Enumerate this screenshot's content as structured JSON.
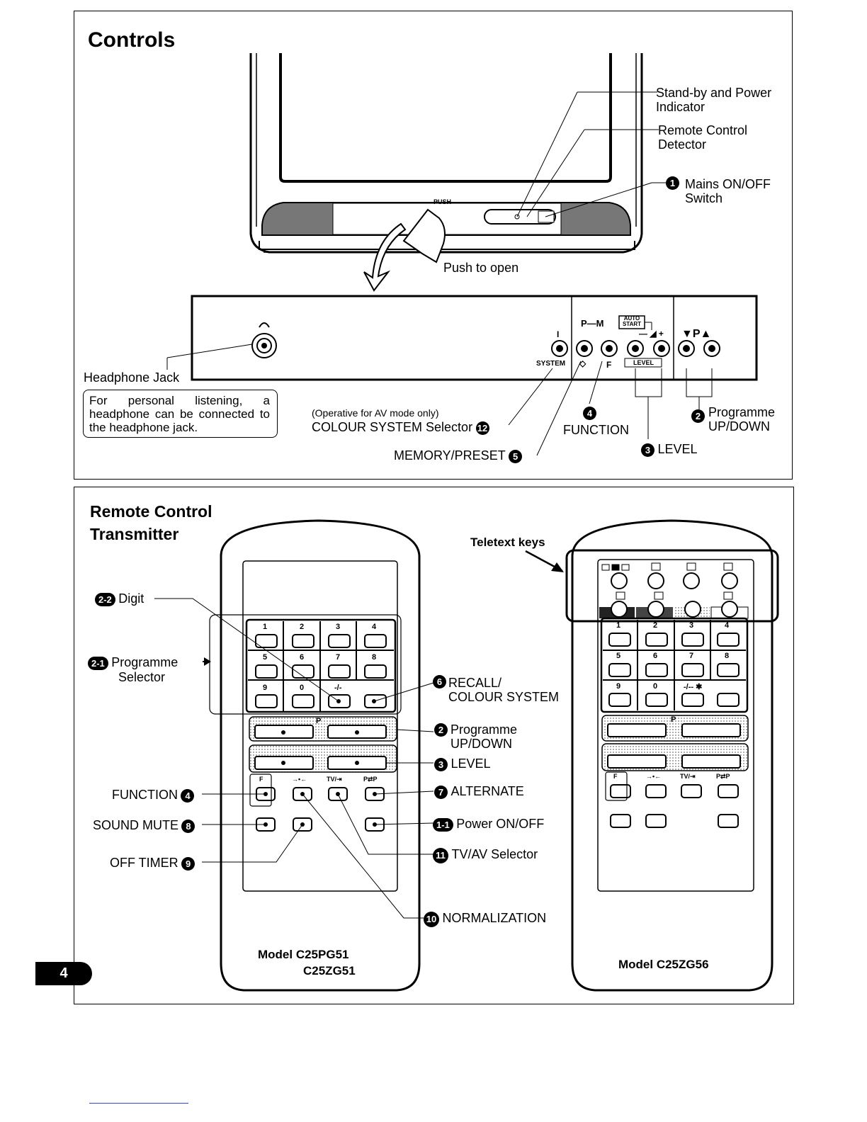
{
  "controls": {
    "title": "Controls",
    "push_label": "PUSH",
    "push_to_open": "Push to open",
    "standby_indicator": "Stand-by and Power\nIndicator",
    "standby_line1": "Stand-by and Power",
    "standby_line2": "Indicator",
    "remote_detector_line1": "Remote Control",
    "remote_detector_line2": "Detector",
    "mains_num": "1",
    "mains_line1": "Mains ON/OFF",
    "mains_line2": "Switch",
    "headphone_jack": "Headphone Jack",
    "headphone_note": "For personal listening, a headphone can be connected to the headphone jack.",
    "panel_labels": {
      "system_top": "I",
      "system": "SYSTEM",
      "p_m": "P—M",
      "auto_start": "AUTO START",
      "minus_plus": "— ◢ +",
      "level": "LEVEL",
      "f": "F",
      "diamond": "◇",
      "prog": "▼P▲"
    },
    "av_note": "(Operative for AV mode only)",
    "colour_system": "COLOUR SYSTEM Selector",
    "colour_num": "12",
    "function_num": "4",
    "function": "FUNCTION",
    "programme_num": "2",
    "programme_line1": "Programme",
    "programme_line2": "UP/DOWN",
    "level_num": "3",
    "level": "LEVEL",
    "memory": "MEMORY/PRESET",
    "memory_num": "5"
  },
  "remote": {
    "title_line1": "Remote Control",
    "title_line2": "Transmitter",
    "teletext_keys": "Teletext keys",
    "digit_num": "2-2",
    "digit": "Digit",
    "prog_sel_num": "2-1",
    "prog_sel_line1": "Programme",
    "prog_sel_line2": "Selector",
    "recall_num": "6",
    "recall_line1": "RECALL/",
    "recall_line2": "COLOUR SYSTEM",
    "prog_num": "2",
    "prog_line1": "Programme",
    "prog_line2": "UP/DOWN",
    "level_num": "3",
    "level": "LEVEL",
    "function": "FUNCTION",
    "function_num": "4",
    "alternate_num": "7",
    "alternate": "ALTERNATE",
    "mute": "SOUND MUTE",
    "mute_num": "8",
    "power_num": "1-1",
    "power": "Power ON/OFF",
    "tvav_num": "11",
    "tvav": "TV/AV Selector",
    "timer": "OFF TIMER",
    "timer_num": "9",
    "norm_num": "10",
    "norm": "NORMALIZATION",
    "keys": [
      "1",
      "2",
      "3",
      "4",
      "5",
      "6",
      "7",
      "8",
      "9",
      "0",
      "-/-"
    ],
    "keys_b_last": "-/-- ✱",
    "p_label": "P",
    "func_keys": [
      "F",
      "→•←",
      "TV/⇥",
      "P⇄P"
    ],
    "model_a_line1": "Model  C25PG51",
    "model_a_line2": "C25ZG51",
    "model_b": "Model  C25ZG56"
  },
  "page_number": "4"
}
